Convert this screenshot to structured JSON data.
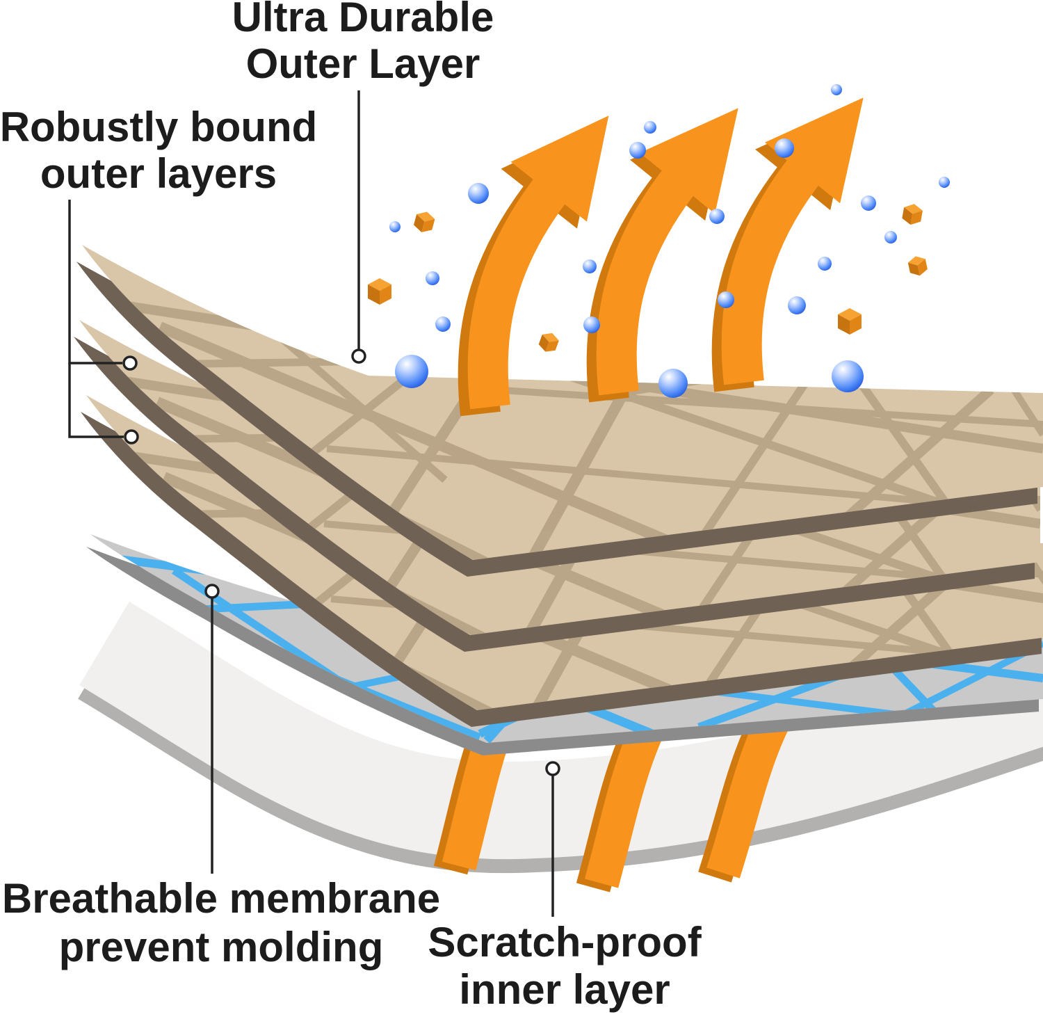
{
  "diagram": {
    "labels": {
      "outer": {
        "line1": "Ultra Durable",
        "line2": "Outer Layer"
      },
      "bound": {
        "line1": "Robustly bound",
        "line2": "outer layers"
      },
      "membrane": {
        "line1": "Breathable membrane",
        "line2": "prevent molding"
      },
      "inner": {
        "line1": "Scratch-proof",
        "line2": "inner layer"
      }
    },
    "colors": {
      "background": "#ffffff",
      "fabric_tan": "#d9c6a9",
      "fabric_fiber": "#b7a285",
      "fabric_edge": "#6f6255",
      "membrane_gray": "#c9c9c9",
      "membrane_fiber": "#45b0f1",
      "membrane_edge": "#8b8b8b",
      "inner_white": "#f2f0ee",
      "inner_edge": "#b3b1af",
      "arrow_orange": "#f8941d",
      "arrow_shadow": "#d0790e",
      "bubble_blue": "#3f7df8",
      "cube_orange": "#e28517",
      "leader_line": "#222222",
      "label_text": "#1c1c1c"
    }
  }
}
